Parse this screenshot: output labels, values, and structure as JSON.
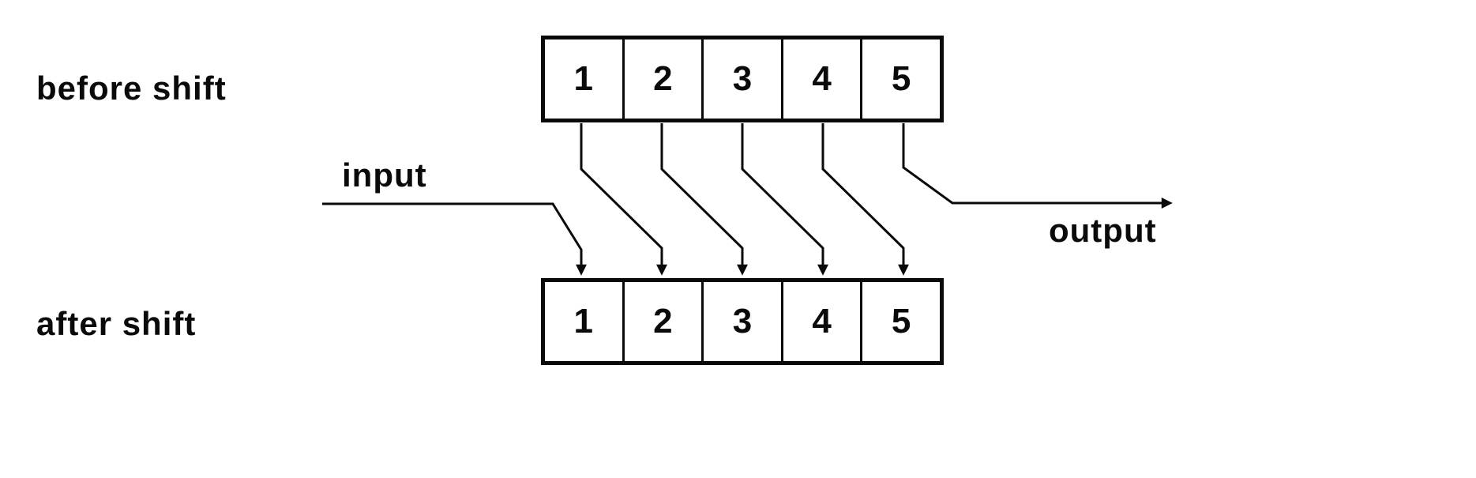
{
  "diagram": {
    "title_hint": "shift register before/after diagram",
    "before_label": "before shift",
    "after_label": "after shift",
    "input_label": "input",
    "output_label": "output",
    "before_cells": [
      "1",
      "2",
      "3",
      "4",
      "5"
    ],
    "after_cells": [
      "1",
      "2",
      "3",
      "4",
      "5"
    ],
    "colors": {
      "ink": "#0a0a0a",
      "background": "#ffffff"
    }
  }
}
